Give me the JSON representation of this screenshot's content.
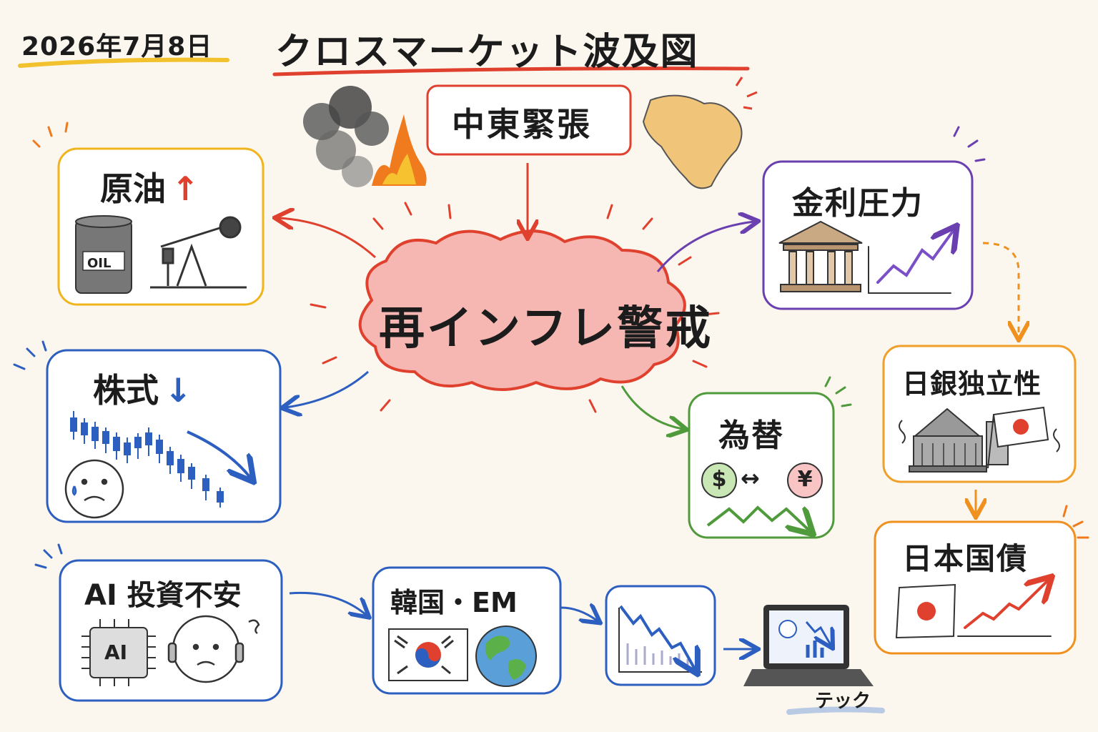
{
  "header": {
    "date": "2026年7月8日",
    "title": "クロスマーケット波及図"
  },
  "nodes": {
    "trigger": "中東緊張",
    "center": "再インフレ警戒",
    "oil": "原油",
    "oil_arrow": "↑",
    "oil_barrel_label": "OIL",
    "rates": "金利圧力",
    "stocks": "株式",
    "stocks_arrow": "↓",
    "fx": "為替",
    "fx_usd": "$",
    "fx_jpy": "¥",
    "fx_swap": "↔",
    "boj": "日銀独立性",
    "jgb": "日本国債",
    "ai": "AI 投資不安",
    "ai_chip": "AI",
    "korea_em": "韓国・EM",
    "tech": "テック"
  },
  "colors": {
    "background": "#fbf7ee",
    "highlight_red": "#e0412e",
    "date_underline": "#f2c12e",
    "oil_box": "#f0b41c",
    "rates_box": "#6a3fb0",
    "stocks_box": "#2d5fc0",
    "fx_box": "#4f9a3a",
    "boj_box": "#f0a02a",
    "jgb_box": "#f0901e",
    "ai_box": "#2d5fc0",
    "korea_box": "#2d5fc0",
    "center_fill": "#f6b7b3"
  },
  "icons": {
    "oil": [
      "oil-barrel-icon",
      "pumpjack-icon"
    ],
    "rates": [
      "bank-building-icon",
      "rising-line-icon"
    ],
    "stocks": [
      "falling-candles-icon",
      "sad-face-icon"
    ],
    "fx": [
      "dollar-coin-icon",
      "yen-coin-icon",
      "falling-zigzag-icon"
    ],
    "boj": [
      "boj-building-icon",
      "japan-flag-icon"
    ],
    "jgb": [
      "japan-flag-icon",
      "rising-line-icon"
    ],
    "ai": [
      "ai-chip-icon",
      "worried-robot-icon"
    ],
    "korea": [
      "korea-flag-icon",
      "globe-icon"
    ],
    "tech": [
      "laptop-sad-chart-icon"
    ],
    "trigger": [
      "smoke-fire-icon",
      "middle-east-map-icon"
    ]
  }
}
